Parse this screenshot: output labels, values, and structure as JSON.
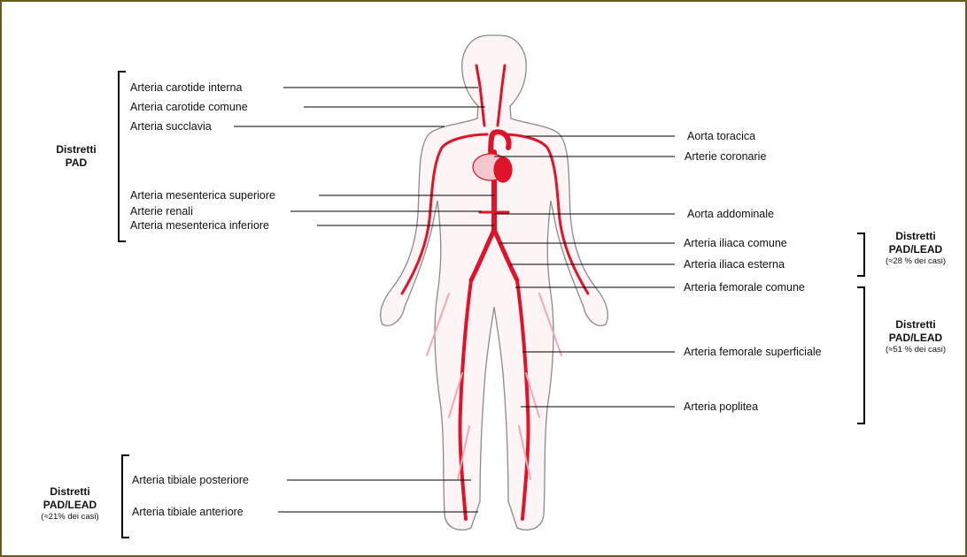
{
  "labels": {
    "carotide_interna": "Arteria carotide interna",
    "carotide_comune": "Arteria carotide comune",
    "succlavia": "Arteria succlavia",
    "mesenterica_superiore": "Arteria mesenterica superiore",
    "renali": "Arterie renali",
    "mesenterica_inferiore": "Arteria mesenterica inferiore",
    "aorta_toracica": "Aorta toracica",
    "coronarie": "Arterie coronarie",
    "aorta_addominale": "Aorta addominale",
    "iliaca_comune": "Arteria iliaca comune",
    "iliaca_esterna": "Arteria iliaca esterna",
    "femorale_comune": "Arteria femorale comune",
    "femorale_superficiale": "Arteria femorale superficiale",
    "poplitea": "Arteria poplitea",
    "tibiale_posteriore": "Arteria tibiale posteriore",
    "tibiale_anteriore": "Arteria tibiale anteriore"
  },
  "groups": {
    "pad": {
      "title_line1": "Distretti",
      "title_line2": "PAD"
    },
    "iliac": {
      "title_line1": "Distretti",
      "title_line2": "PAD/LEAD",
      "share": "(≈28 % dei casi)"
    },
    "femoral": {
      "title_line1": "Distretti",
      "title_line2": "PAD/LEAD",
      "share": "(≈51 % dei casi)"
    },
    "tibial": {
      "title_line1": "Distretti",
      "title_line2": "PAD/LEAD",
      "share": "(≈21% dei casi)"
    }
  },
  "colors": {
    "border": "#6b5a1e",
    "artery": "#e01428",
    "artery_light": "#f4a6b4",
    "body_outline": "#8a8a8a",
    "leader": "#000000"
  }
}
